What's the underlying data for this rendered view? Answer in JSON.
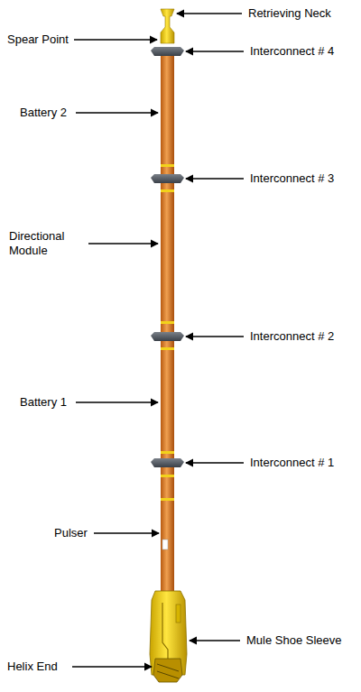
{
  "diagram": {
    "labels": [
      "Retrieving Neck",
      "Spear Point",
      "Interconnect # 4",
      "Battery 2",
      "Interconnect # 3",
      "Directional Module",
      "Interconnect # 2",
      "Battery 1",
      "Interconnect # 1",
      "Pulser",
      "Mule Shoe Sleeve",
      "Helix End"
    ]
  }
}
